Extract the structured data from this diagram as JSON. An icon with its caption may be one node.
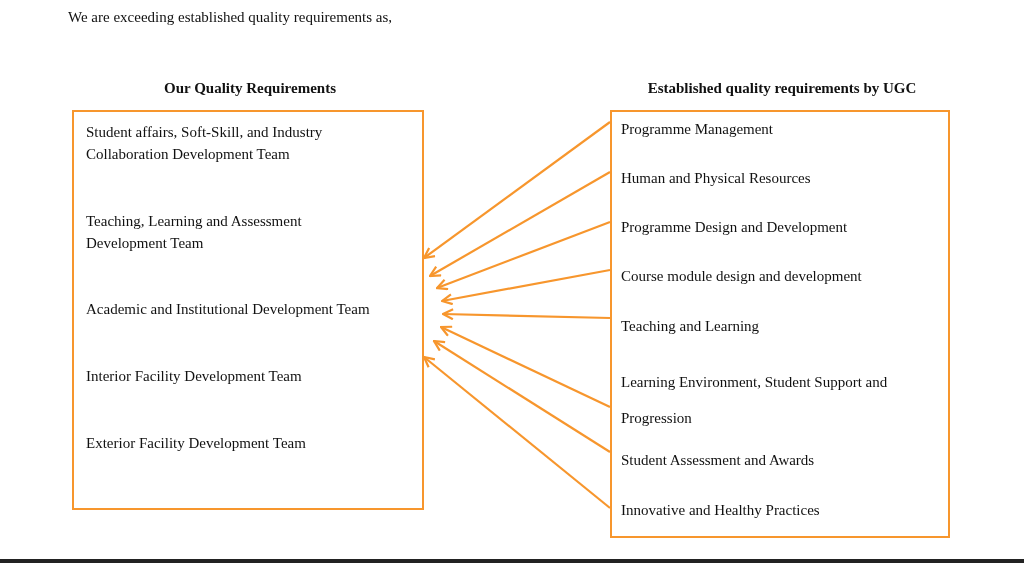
{
  "diagram": {
    "nodes": [
      {
        "text": [
          "Our Quality Requirements",
          "Student affairs, Soft-Skill, and Industry Collaboration Development Team",
          "Teaching, Learning and Assessment Development Team",
          "Academic and Institutional Development Team",
          "Interior Facility Development Team",
          "Exterior Facility Development Team"
        ]
      },
      {
        "text": [
          "Established quality requirements by UGC"
        ]
      },
      {
        "text": [
          "Programme Management"
        ],
        "in": 1
      },
      {
        "text": [
          "Human and Physical Resources"
        ],
        "in": 1
      },
      {
        "text": [
          "Programme Design and Development"
        ],
        "in": 1
      },
      {
        "text": [
          "Course module design and development"
        ],
        "in": 1
      },
      {
        "text": [
          "Teaching and Learning"
        ],
        "in": 1
      },
      {
        "text": [
          "Learning Environment, Student Support and Progression"
        ],
        "in": 1
      },
      {
        "text": [
          "Student Assessment and Awards"
        ],
        "in": 1
      },
      {
        "text": [
          "Innovative and Healthy Practices"
        ],
        "in": 1
      }
    ],
    "edges": [
      {
        "from": 2,
        "to": 0,
        "arrow": "to"
      },
      {
        "from": 3,
        "to": 0,
        "arrow": "to"
      },
      {
        "from": 4,
        "to": 0,
        "arrow": "to"
      },
      {
        "from": 5,
        "to": 0,
        "arrow": "to"
      },
      {
        "from": 6,
        "to": 0,
        "arrow": "to"
      },
      {
        "from": 7,
        "to": 0,
        "arrow": "to"
      },
      {
        "from": 8,
        "to": 0,
        "arrow": "to"
      },
      {
        "from": 9,
        "to": 0,
        "arrow": "to"
      }
    ],
    "labels": [
      "We are exceeding established quality requirements as,"
    ]
  }
}
